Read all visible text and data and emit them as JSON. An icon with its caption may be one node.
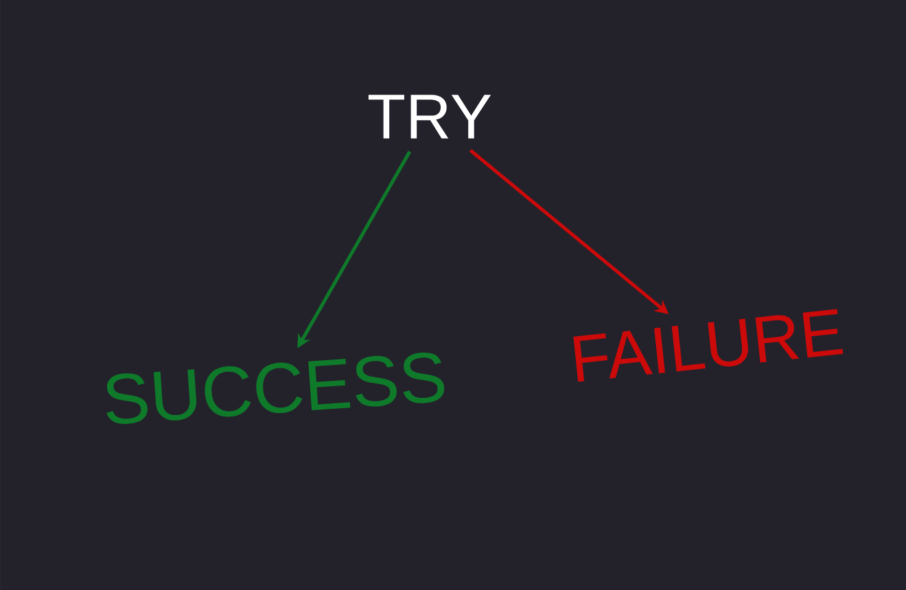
{
  "diagram": {
    "nodes": [
      {
        "text": [
          "TRY"
        ]
      },
      {
        "text": [
          "SUCCESS"
        ]
      },
      {
        "text": [
          "FAILURE"
        ]
      }
    ],
    "edges": [
      {
        "from": 0,
        "to": 1,
        "arrow": "to",
        "color": "#0f7a2a"
      },
      {
        "from": 0,
        "to": 2,
        "arrow": "to",
        "color": "#cc0a0a"
      }
    ]
  }
}
